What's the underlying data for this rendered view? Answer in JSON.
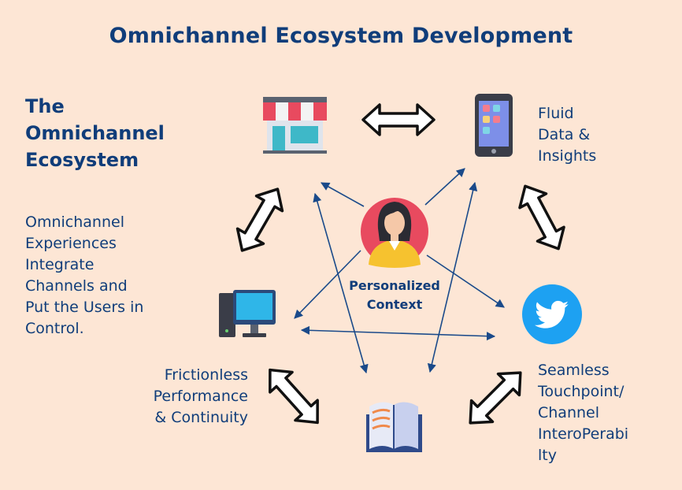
{
  "title": "Omnichannel Ecosystem Development",
  "heading_lines": [
    "The",
    "Omnichannel",
    "Ecosystem"
  ],
  "description_lines": [
    "Omnichannel",
    "Experiences",
    "Integrate",
    "Channels and",
    "Put the Users in",
    "Control."
  ],
  "center": {
    "lines": [
      "Personalized",
      "Context"
    ],
    "icon": "woman-avatar-icon"
  },
  "nodes": {
    "store": "storefront-icon",
    "mobile": "smartphone-icon",
    "desktop": "desktop-computer-icon",
    "twitter": "twitter-icon",
    "book": "open-book-icon"
  },
  "labels": {
    "fluid": [
      "Fluid",
      "Data &",
      "Insights"
    ],
    "frictionless": [
      "Frictionless",
      "Performance",
      "& Continuity"
    ],
    "seamless": [
      "Seamless",
      "Touchpoint/",
      "Channel",
      "InteroPerabi",
      "lty"
    ]
  },
  "colors": {
    "background": "#fde6d5",
    "title": "#103d7a",
    "arrow": "#1a4a8a",
    "accent_red": "#e84a5f",
    "twitter_blue": "#1da1f2"
  }
}
